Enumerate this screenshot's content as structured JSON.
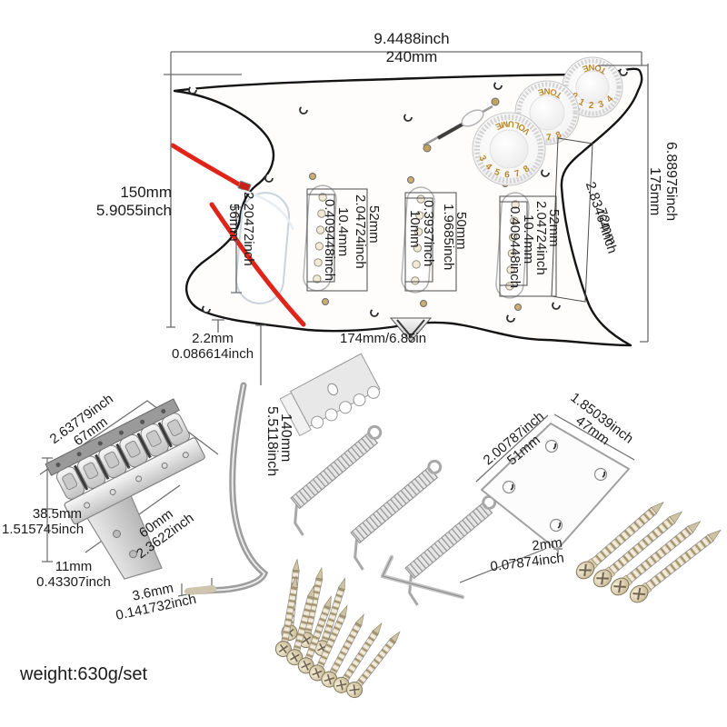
{
  "product": {
    "weight_label": "weight:630g/set"
  },
  "colors": {
    "wire_red": "#df241a",
    "knob_text_gold": "#b8872c",
    "annotation": "#1b1b1b"
  },
  "pickguard": {
    "dim_width": {
      "inch": "9.4488inch",
      "mm": "240mm"
    },
    "dim_height": {
      "inch": "6.88975inch",
      "mm": "175mm"
    },
    "dim_left_height": {
      "mm": "150mm",
      "inch": "5.9055inch"
    },
    "dim_neck_cutout": {
      "mm": "56mm",
      "inch": "2.20472inch"
    },
    "dim_thickness": {
      "mm": "2.2mm",
      "inch": "0.086614inch"
    },
    "dim_bottom_width": {
      "text": "174mm/6.85in"
    },
    "dim_edge": {
      "inch": "2.83464inch",
      "mm": "72mm"
    },
    "pickup_bridge": {
      "len_inch": "2.04724inch",
      "len_mm": "52mm",
      "w_inch": "0.409448inch",
      "w_mm": "10.4mm"
    },
    "pickup_middle": {
      "len_inch": "1.9685inch",
      "len_mm": "50mm",
      "w_mm": "10mm",
      "w_inch": "0.3937inch"
    },
    "pickup_neck": {
      "len_inch": "2.04724inch",
      "len_mm": "52mm",
      "w_inch": "0.409448inch",
      "w_mm": "10.4mm"
    },
    "knobs": [
      {
        "label": "TONE",
        "digits": "0 1 2 3 4"
      },
      {
        "label": "TONE",
        "digits": "4 5 6 7 8"
      },
      {
        "label": "VOLUME",
        "digits": "3 4 5 6 7 8"
      }
    ]
  },
  "bridge": {
    "dim_width": {
      "inch": "2.63779inch",
      "mm": "67mm"
    },
    "dim_height": {
      "mm": "38.5mm",
      "inch": "1.515745inch"
    },
    "dim_block": {
      "mm": "11mm",
      "inch": "0.43307inch"
    },
    "dim_length": {
      "mm": "60mm",
      "inch": "2.3622inch"
    }
  },
  "tremolo_arm": {
    "dim_length": {
      "inch": "5.5118inch",
      "mm": "140mm"
    },
    "dim_diameter": {
      "mm": "3.6mm",
      "inch": "0.141732inch"
    }
  },
  "neck_plate": {
    "dim_length": {
      "inch": "2.00787inch",
      "mm": "51mm"
    },
    "dim_width": {
      "inch": "1.85039inch",
      "mm": "47mm"
    },
    "dim_thickness": {
      "mm": "2mm",
      "inch": "0.07874inch"
    }
  }
}
